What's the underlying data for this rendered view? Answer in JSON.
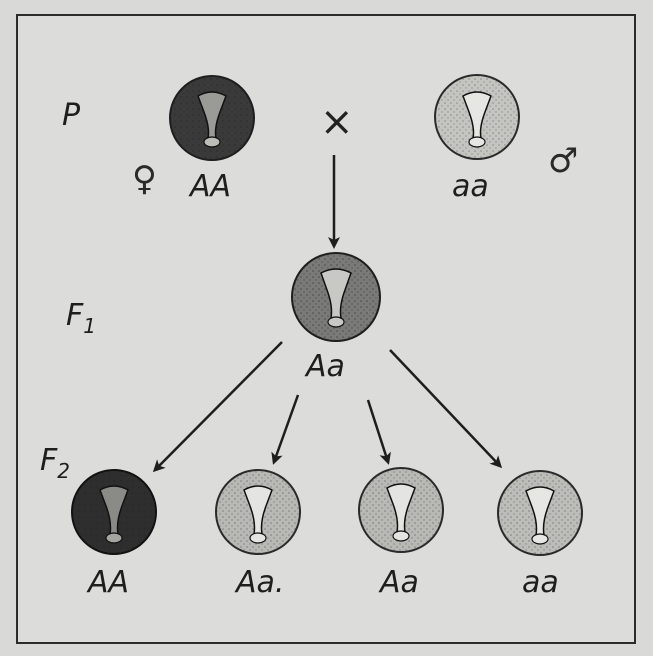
{
  "generations": {
    "p": "P",
    "f1": "F1",
    "f1_main": "F",
    "f1_sub": "1",
    "f2_main": "F",
    "f2_sub": "2"
  },
  "symbols": {
    "female": "♀",
    "male": "♂",
    "cross": "×"
  },
  "parents": [
    {
      "genotype": "AA",
      "shade": "dark"
    },
    {
      "genotype": "aa",
      "shade": "light"
    }
  ],
  "f1": {
    "genotype": "Aa",
    "shade": "medium"
  },
  "f2": [
    {
      "genotype": "AA",
      "shade": "dark"
    },
    {
      "genotype": "Aa.",
      "shade": "light"
    },
    {
      "genotype": "Aa",
      "shade": "light"
    },
    {
      "genotype": "aa",
      "shade": "light"
    }
  ],
  "colors": {
    "dark": "#3a3a3a",
    "medium": "#7a7a78",
    "light": "#b8b8b4",
    "ink": "#1e1e1e"
  }
}
